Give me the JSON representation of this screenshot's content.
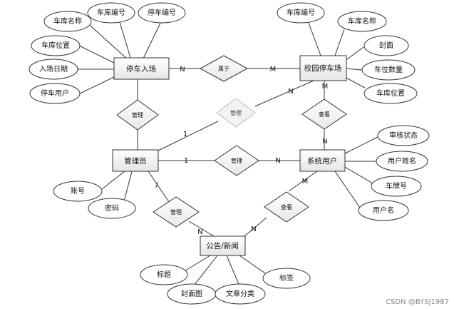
{
  "entities": [
    {
      "id": "park_entry",
      "label": "停车入场"
    },
    {
      "id": "campus_lot",
      "label": "校园停车场"
    },
    {
      "id": "admin",
      "label": "管理员"
    },
    {
      "id": "sys_user",
      "label": "系统用户"
    },
    {
      "id": "notice",
      "label": "公告/新闻"
    }
  ],
  "attributes": [
    {
      "id": "a1",
      "label": "车库名称"
    },
    {
      "id": "a2",
      "label": "车库编号"
    },
    {
      "id": "a3",
      "label": "停车编号"
    },
    {
      "id": "a4",
      "label": "车库位置"
    },
    {
      "id": "a5",
      "label": "入场日期"
    },
    {
      "id": "a6",
      "label": "停车用户"
    },
    {
      "id": "b1",
      "label": "车库编号"
    },
    {
      "id": "b2",
      "label": "车库名称"
    },
    {
      "id": "b3",
      "label": "封面"
    },
    {
      "id": "b4",
      "label": "车位数量"
    },
    {
      "id": "b5",
      "label": "车库位置"
    },
    {
      "id": "c1",
      "label": "账号"
    },
    {
      "id": "c2",
      "label": "密码"
    },
    {
      "id": "d1",
      "label": "审核状态"
    },
    {
      "id": "d2",
      "label": "用户姓名"
    },
    {
      "id": "d3",
      "label": "车牌号"
    },
    {
      "id": "d4",
      "label": "用户名"
    },
    {
      "id": "e1",
      "label": "标题"
    },
    {
      "id": "e2",
      "label": "封面图"
    },
    {
      "id": "e3",
      "label": "文章分类"
    },
    {
      "id": "e4",
      "label": "标签"
    }
  ],
  "relationships": [
    {
      "id": "r1",
      "label": "属于"
    },
    {
      "id": "r2",
      "label": "管理"
    },
    {
      "id": "r3",
      "label": "管理"
    },
    {
      "id": "r4",
      "label": "管理"
    },
    {
      "id": "r5",
      "label": "查看"
    },
    {
      "id": "r6",
      "label": "管理"
    },
    {
      "id": "r7",
      "label": "查看"
    }
  ],
  "cardinalities": [
    {
      "id": "k1",
      "label": "N"
    },
    {
      "id": "k2",
      "label": "M"
    },
    {
      "id": "k3",
      "label": "N"
    },
    {
      "id": "k4",
      "label": "1"
    },
    {
      "id": "k5",
      "label": "M"
    },
    {
      "id": "k6",
      "label": "N"
    },
    {
      "id": "k7",
      "label": "1"
    },
    {
      "id": "k8",
      "label": "N"
    },
    {
      "id": "k9",
      "label": "/"
    },
    {
      "id": "k10",
      "label": "N"
    },
    {
      "id": "k11",
      "label": "M"
    },
    {
      "id": "k12",
      "label": "N"
    }
  ],
  "watermark": "CSDN @BYSJ1987"
}
